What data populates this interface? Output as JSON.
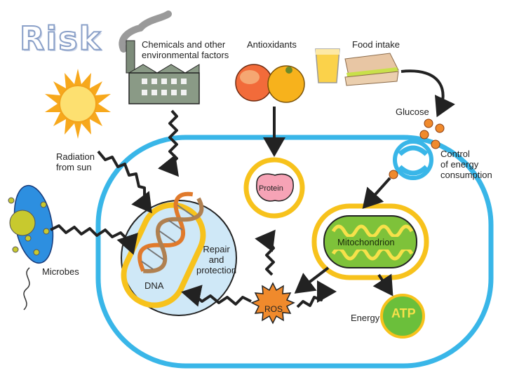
{
  "title": "Risk",
  "labels": {
    "chemicals": "Chemicals and other\nenvironmental factors",
    "antioxidants": "Antioxidants",
    "food_intake": "Food intake",
    "glucose": "Glucose",
    "control": "Control\nof energy\nconsumption",
    "radiation": "Radiation\nfrom sun",
    "microbes": "Microbes",
    "protein": "Protein",
    "repair": "Repair\nand\nprotection",
    "dna": "DNA",
    "mitochondrion": "Mitochondrion",
    "ros": "ROS",
    "energy": "Energy",
    "atp": "ATP"
  },
  "colors": {
    "cell_membrane": "#39b6e8",
    "nucleus_fill": "#cfe8f7",
    "organelle_ring": "#f7c21c",
    "mitochondrion_inner": "#7ec23a",
    "ros": "#f08a2c",
    "atp": "#6bbf3b",
    "protein": "#f6a3b6"
  }
}
